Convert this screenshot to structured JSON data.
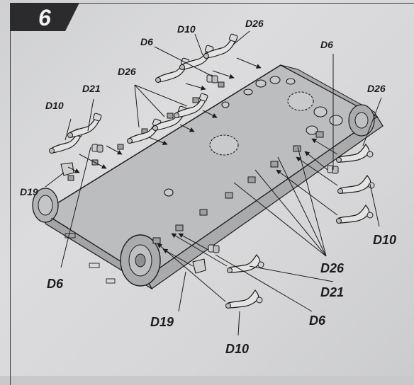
{
  "step": {
    "number": "6"
  },
  "labels": {
    "top_d10": "D10",
    "top_d26": "D26",
    "top_d6": "D6",
    "top_left_d26": "D26",
    "left_d21": "D21",
    "left_d10": "D10",
    "left_d19": "D19",
    "left_d6": "D6",
    "right_d6": "D6",
    "right_d26": "D26",
    "right_d10": "D10",
    "bottom_d26": "D26",
    "bottom_d21": "D21",
    "bottom_d6": "D6",
    "bottom_d19": "D19",
    "bottom_d10": "D10"
  },
  "colors": {
    "paper": "#d6d6d8",
    "ink": "#1c1c1c",
    "step_box": "#2b2b2d",
    "hull": "#bcbdbf"
  }
}
